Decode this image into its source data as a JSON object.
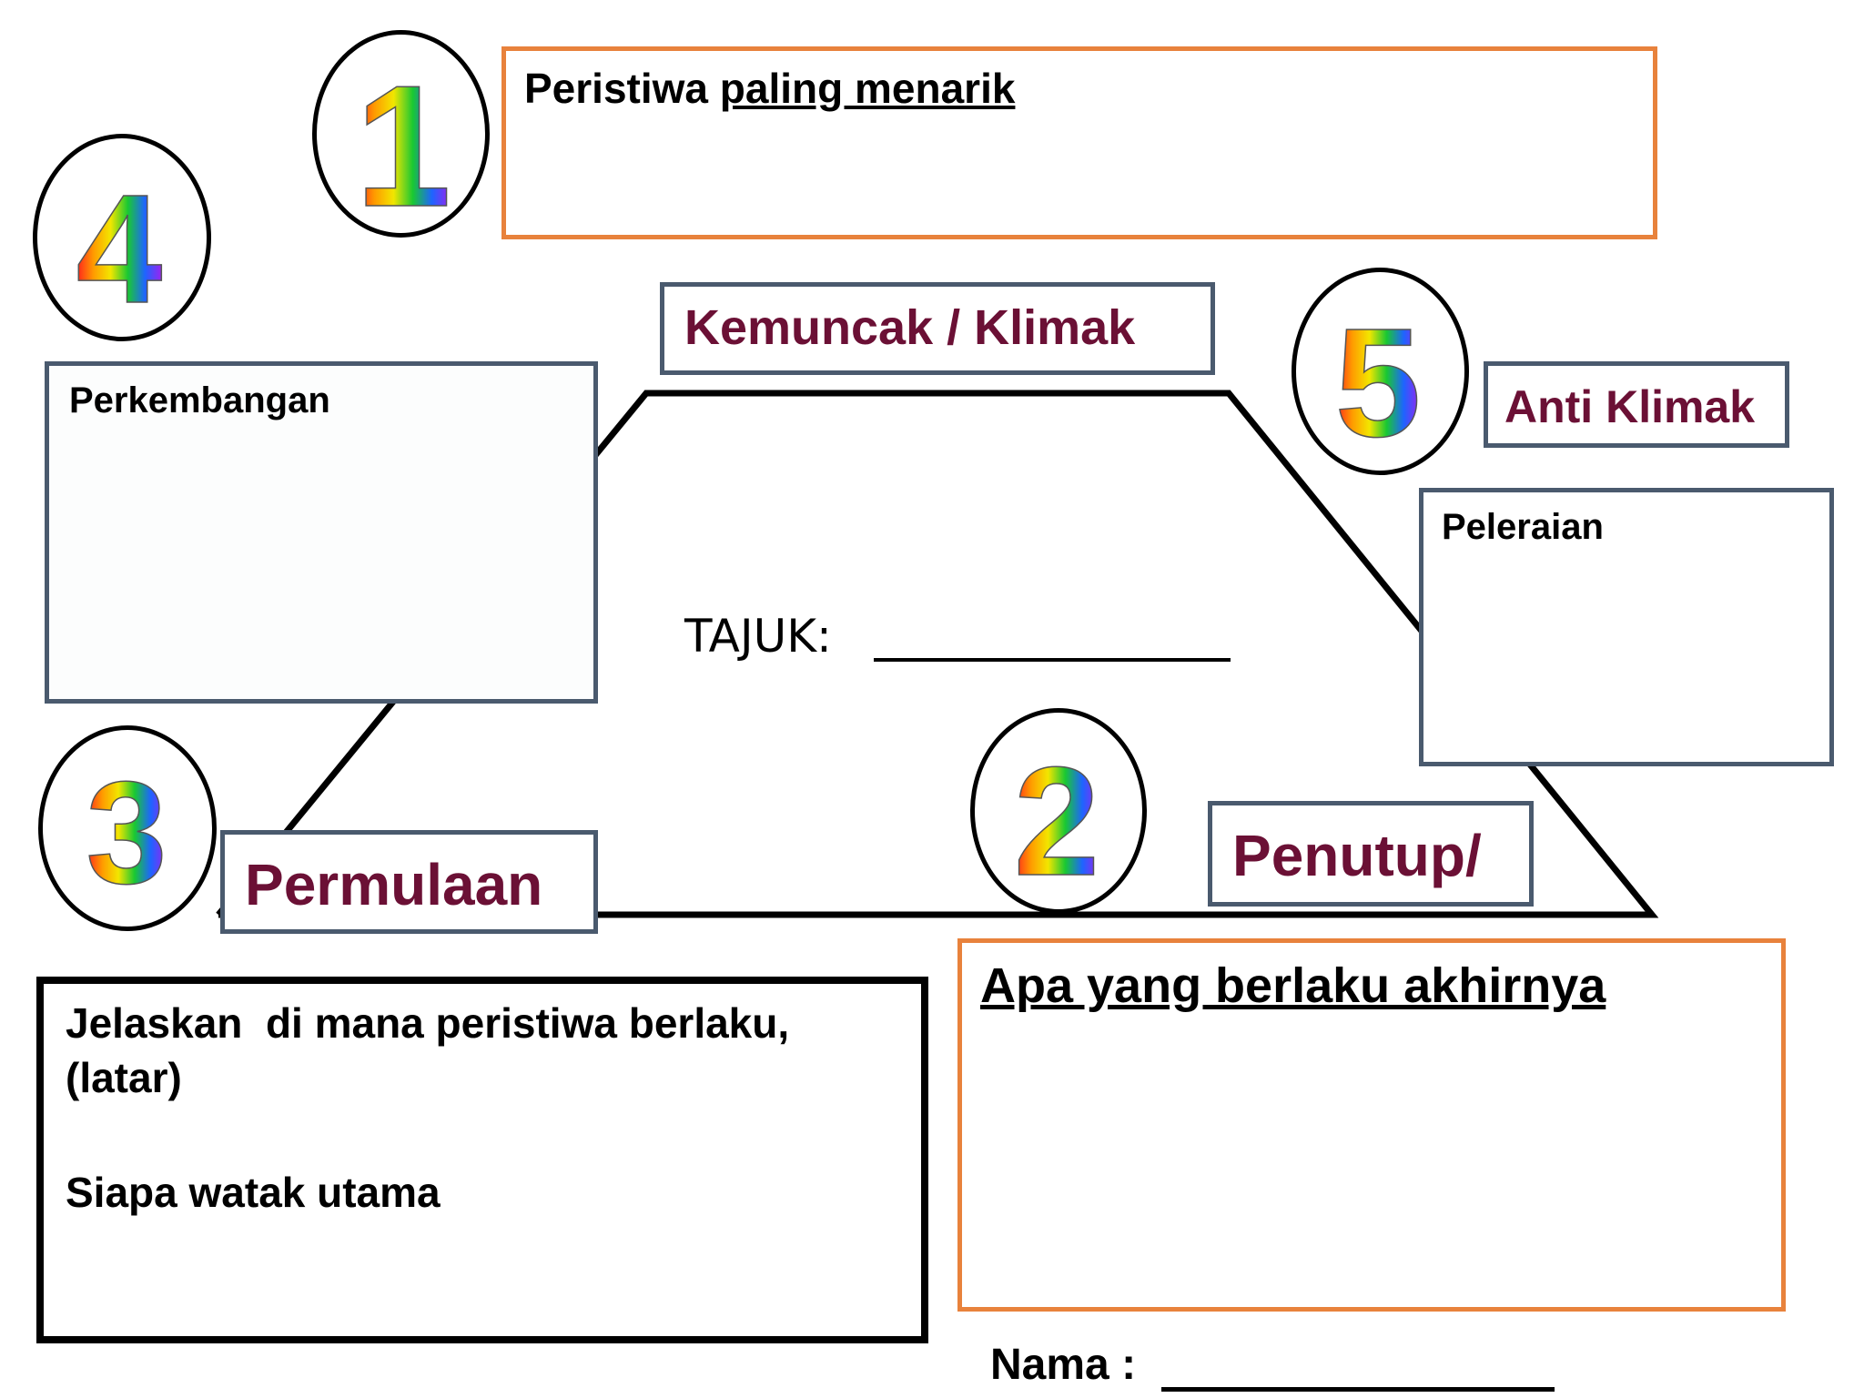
{
  "worksheet": {
    "events": {
      "interesting": {
        "label_plain": "Peristiwa ",
        "label_underlined": "paling menarik"
      },
      "ending": {
        "label": "Apa yang berlaku akhirnya"
      },
      "setting": {
        "line1": "Jelaskan  di mana peristiwa berlaku,",
        "line2": "(latar)",
        "line3": "Siapa watak utama"
      }
    },
    "stages": {
      "climax_title": "Kemuncak / Klimak",
      "anticlimax_title": "Anti Klimak",
      "development": "Perkembangan",
      "resolution": "Peleraian",
      "beginning_title": "Permulaan",
      "ending_title": "Penutup/"
    },
    "center": {
      "title_label": "TAJUK:"
    },
    "footer": {
      "name_label": "Nama :"
    },
    "numbers": {
      "n1": "1",
      "n2": "2",
      "n3": "3",
      "n4": "4",
      "n5": "5"
    }
  },
  "colors": {
    "maroon": "#6b1035",
    "box_border_blue": "#4a5a6e",
    "box_border_orange": "#e8823c"
  }
}
